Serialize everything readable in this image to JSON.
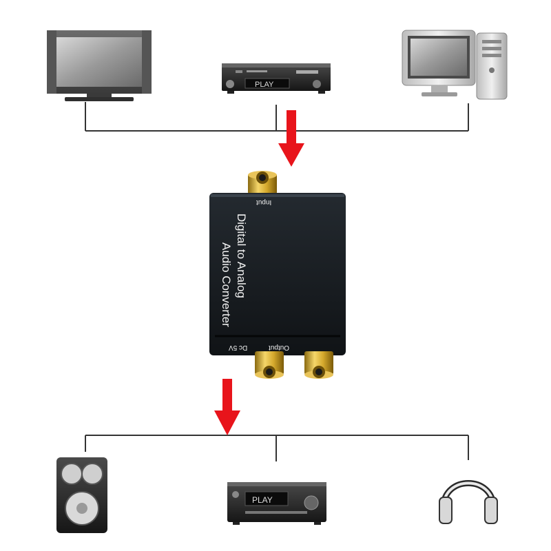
{
  "devices": {
    "sources": [
      {
        "name": "tv-monitor"
      },
      {
        "name": "dvd-player",
        "display_text": "PLAY"
      },
      {
        "name": "desktop-computer"
      }
    ],
    "outputs": [
      {
        "name": "speaker"
      },
      {
        "name": "audio-receiver",
        "display_text": "PLAY"
      },
      {
        "name": "headphones"
      }
    ]
  },
  "converter": {
    "title_line1": "Digital to Analog",
    "title_line2": "Audio Converter",
    "input_label": "Input",
    "output_label": "Output",
    "power_label": "Dc 5V"
  },
  "colors": {
    "arrow": "#e8141b",
    "line": "#333333",
    "device_body": "#15181c",
    "gold_connector": "#c9a227"
  }
}
